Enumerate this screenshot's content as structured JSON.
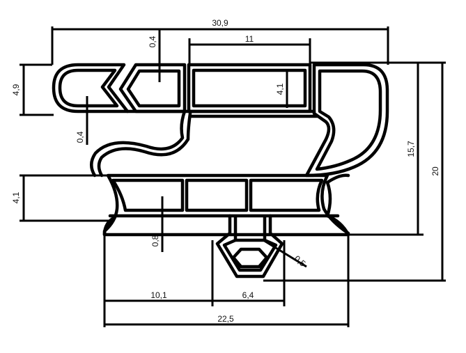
{
  "drawing": {
    "line_color": "#000000",
    "background": "#ffffff",
    "dimensions": {
      "overall_width": "30,9",
      "inner_chamber_width": "11",
      "top_wall_thickness": "0,4",
      "inner_wall_thickness": "0,4",
      "top_section_height": "4,9",
      "chamber_height": "4,1",
      "profile_height": "15,7",
      "total_height": "20",
      "lower_section_height": "4,1",
      "base_wall_thickness": "0,8",
      "fin_thickness": "0,5",
      "left_offset": "10,1",
      "dart_width": "6,4",
      "base_width": "22,5"
    }
  }
}
